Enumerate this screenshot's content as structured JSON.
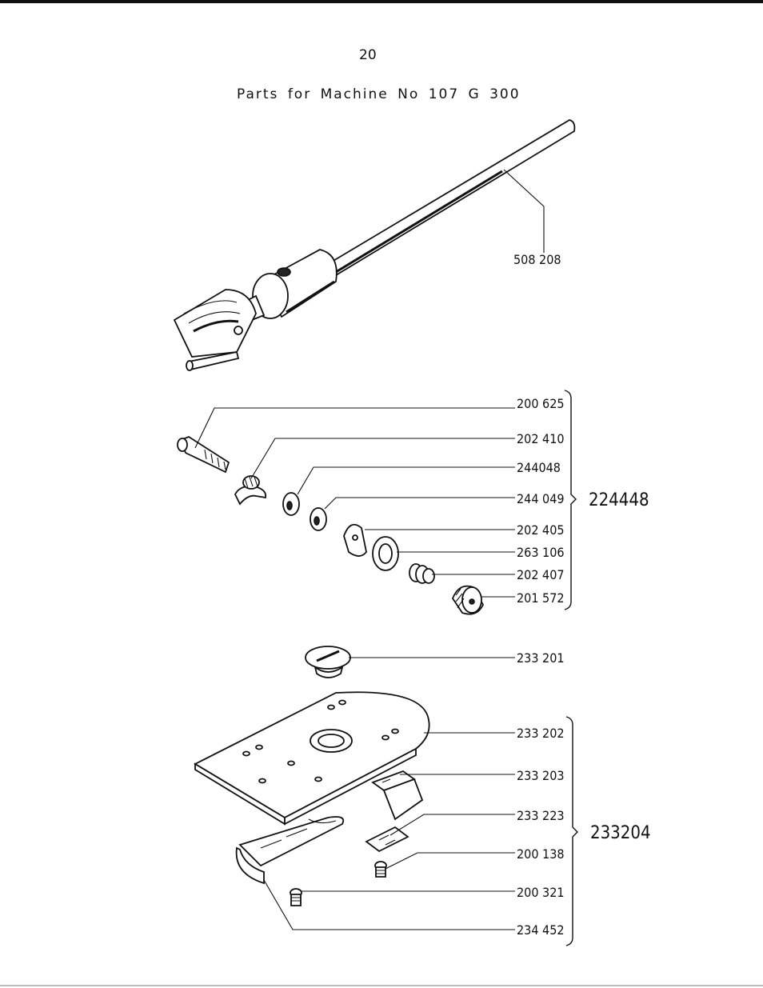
{
  "page_number": "20",
  "title": "Parts for Machine No 107 G 300",
  "parts": {
    "shaft": "508 208",
    "p1": "200 625",
    "p2": "202 410",
    "p3": "244048",
    "p4": "244 049",
    "p5": "202 405",
    "p6": "263 106",
    "p7": "202 407",
    "p8": "201 572",
    "p9": "233 201",
    "p10": "233 202",
    "p11": "233 203",
    "p12": "233 223",
    "p13": "200 138",
    "p14": "200 321",
    "p15": "234 452"
  },
  "groups": {
    "upper": "224448",
    "lower": "233204"
  }
}
